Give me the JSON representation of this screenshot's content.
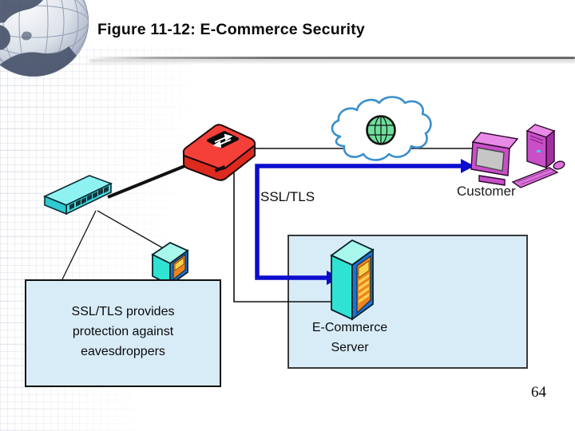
{
  "slide": {
    "title": "Figure 11-12: E-Commerce Security",
    "page_number": "64"
  },
  "diagram": {
    "ssl_tls_label": "SSL/TLS",
    "customer_label": "Customer",
    "server_label": "E-Commerce\nServer",
    "callout_text": "SSL/TLS provides\nprotection against\neavesdroppers"
  },
  "icons": {
    "logo": "globe-logo-icon",
    "switch": "network-switch-icon",
    "router": "router-icon",
    "cloud": "internet-cloud-icon",
    "inner_globe": "internet-globe-icon",
    "customer": "customer-pc-icon",
    "server": "ecommerce-server-icon",
    "small_server": "lan-server-icon"
  },
  "colors": {
    "arrow_blue": "#0D0DCE",
    "panel_fill": "#D8ECF8",
    "cloud_outline": "#3A8FCC",
    "router_red": "#EE3224",
    "device_cyan": "#35E0D5",
    "customer_magenta": "#CC44CC",
    "globe_green": "#6FDF9C"
  }
}
